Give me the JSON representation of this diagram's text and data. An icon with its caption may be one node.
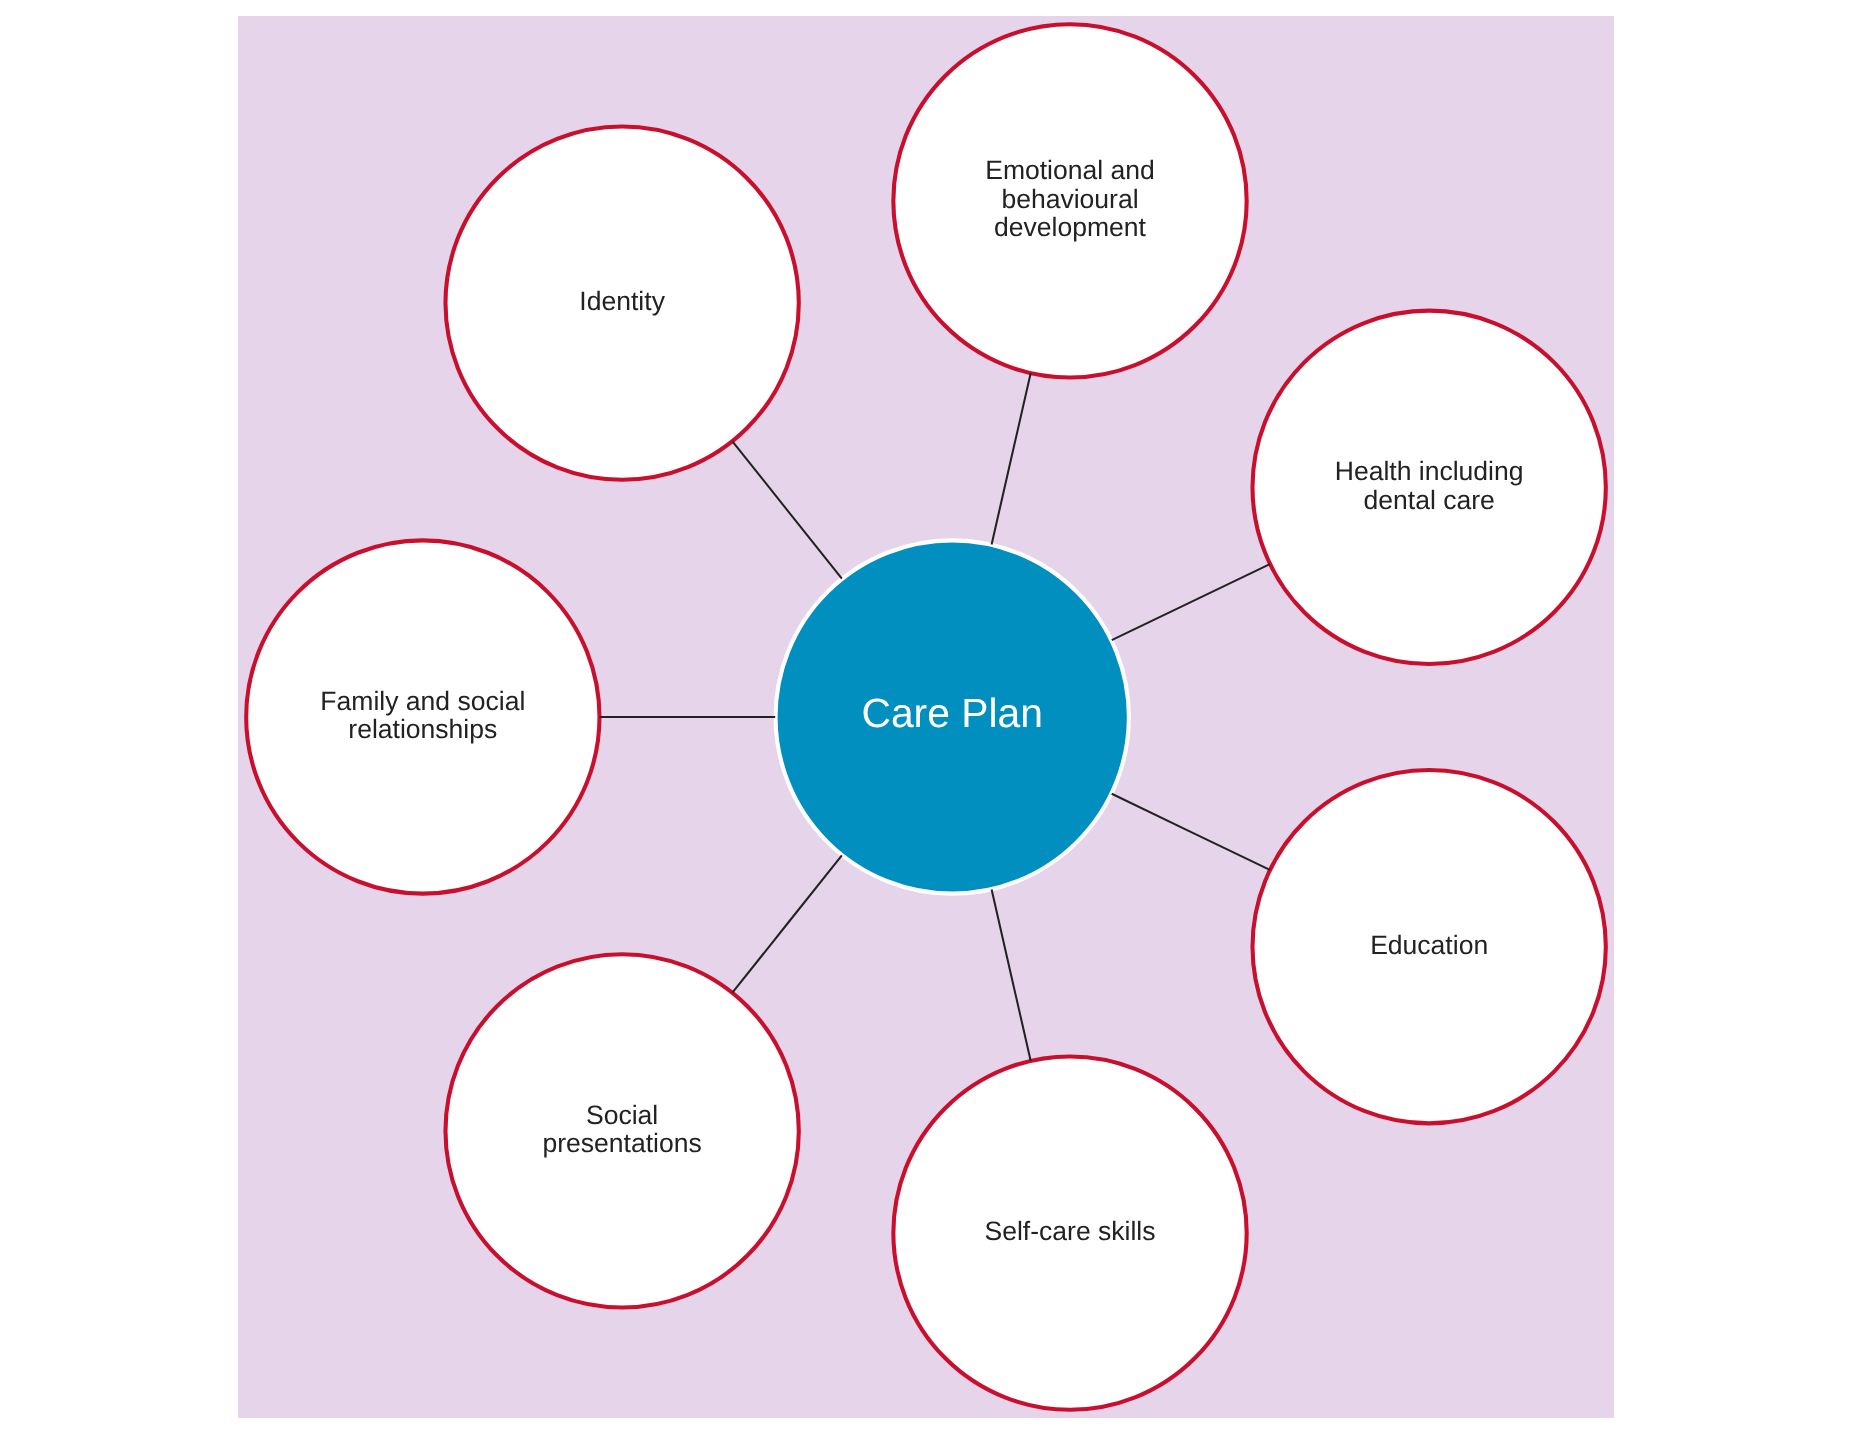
{
  "diagram": {
    "nodes": [
      {
        "text": [
          "Care Plan"
        ]
      },
      {
        "text": [
          "Health including dental care"
        ]
      },
      {
        "text": [
          "Emotional and behavioural development"
        ]
      },
      {
        "text": [
          "Identity"
        ]
      },
      {
        "text": [
          "Family and social relationships"
        ]
      },
      {
        "text": [
          "Social presentations"
        ]
      },
      {
        "text": [
          "Self-care skills"
        ]
      },
      {
        "text": [
          "Education"
        ]
      }
    ],
    "edges": [
      {
        "from": 0,
        "to": 1,
        "arrow": "none"
      },
      {
        "from": 0,
        "to": 2,
        "arrow": "none"
      },
      {
        "from": 0,
        "to": 3,
        "arrow": "none"
      },
      {
        "from": 0,
        "to": 4,
        "arrow": "none"
      },
      {
        "from": 0,
        "to": 5,
        "arrow": "none"
      },
      {
        "from": 0,
        "to": 6,
        "arrow": "none"
      },
      {
        "from": 0,
        "to": 7,
        "arrow": "none"
      }
    ]
  }
}
